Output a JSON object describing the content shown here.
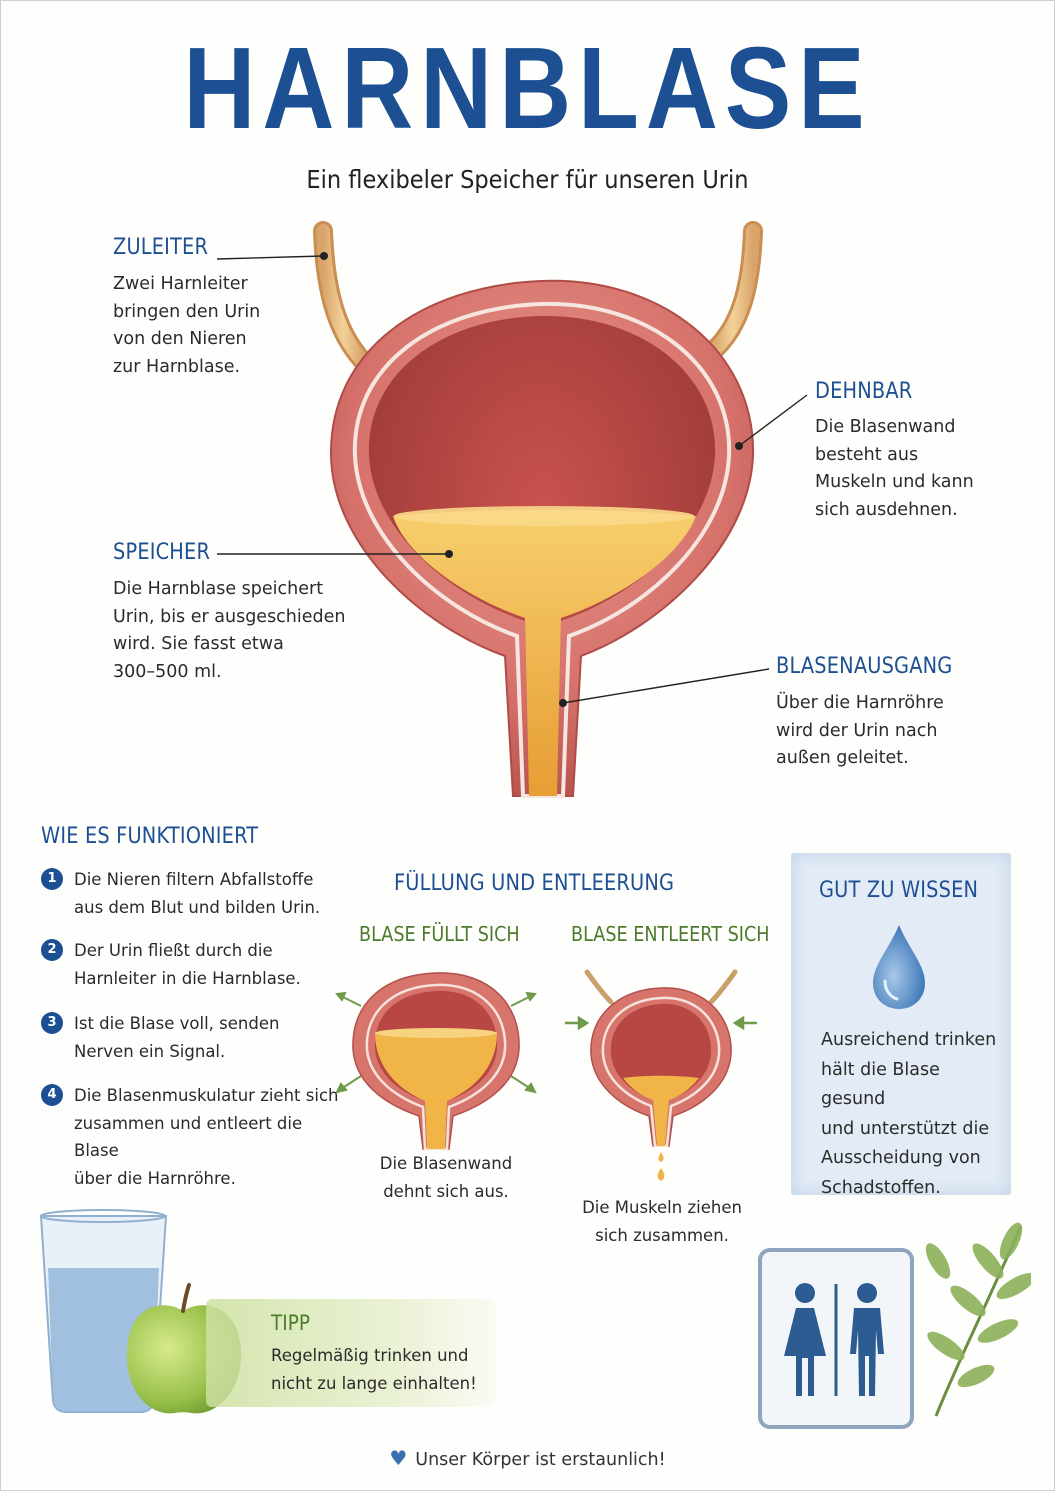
{
  "title": "HARNBLASE",
  "subtitle": "Ein flexibeler Speicher für unseren Urin",
  "callouts": {
    "zuleiter": {
      "label": "ZULEITER",
      "text": "Zwei Harnleiter\nbringen den Urin\nvon den Nieren\nzur Harnblase."
    },
    "dehnbar": {
      "label": "DEHNBAR",
      "text": "Die Blasenwand\nbesteht aus\nMuskeln und kann\nsich ausdehnen."
    },
    "speicher": {
      "label": "SPEICHER",
      "text": "Die Harnblase speichert\nUrin, bis er ausgeschieden\nwird. Sie fasst etwa\n300–500 ml."
    },
    "ausgang": {
      "label": "BLASENAUSGANG",
      "text": "Über die Harnröhre\nwird der Urin nach\naußen geleitet."
    }
  },
  "how_it_works": {
    "heading": "WIE ES FUNKTIONIERT",
    "steps": [
      {
        "num": "1",
        "text": "Die Nieren filtern Abfallstoffe\naus dem Blut und bilden Urin."
      },
      {
        "num": "2",
        "text": "Der Urin fließt durch die\nHarnleiter in die Harnblase."
      },
      {
        "num": "3",
        "text": "Ist die Blase voll, senden\nNerven ein Signal."
      },
      {
        "num": "4",
        "text": "Die Blasenmuskulatur zieht sich\nzusammen und entleert die Blase\nüber die Harnröhre."
      }
    ]
  },
  "fill_empty": {
    "heading": "FÜLLUNG UND ENTLEERUNG",
    "fill": {
      "label": "BLASE FÜLLT SICH",
      "caption": "Die Blasenwand\ndehnt sich aus."
    },
    "empty": {
      "label": "BLASE ENTLEERT SICH",
      "caption": "Die Muskeln ziehen\nsich zusammen."
    }
  },
  "good_to_know": {
    "heading": "GUT ZU WISSEN",
    "text": "Ausreichend trinken\nhält die Blase gesund\nund unterstützt die\nAusscheidung von\nSchadstoffen."
  },
  "tip": {
    "heading": "TIPP",
    "text": "Regelmäßig trinken und\nnicht zu lange einhalten!"
  },
  "footer": "Unser Körper ist erstaunlich!",
  "colors": {
    "title_blue": "#1d4f93",
    "green_heading": "#4d7a2c",
    "bladder_red": "#cf6a66",
    "urine_yellow": "#efb34a"
  }
}
